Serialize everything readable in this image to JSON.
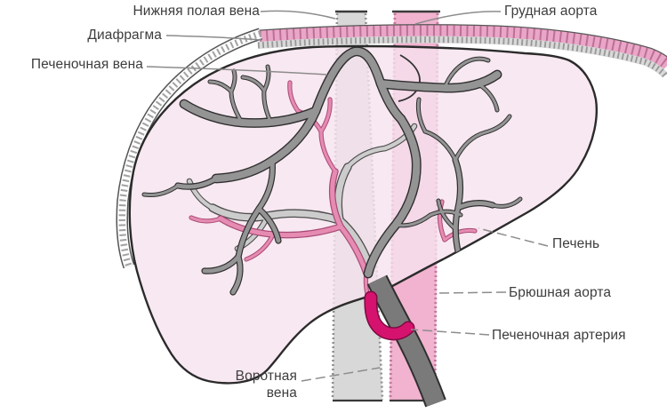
{
  "figure": {
    "labels": {
      "inferior_vena_cava": "Нижняя полая вена",
      "thoracic_aorta": "Грудная аорта",
      "diaphragm": "Диафрагма",
      "hepatic_vein": "Печеночная вена",
      "liver": "Печень",
      "abdominal_aorta": "Брюшная аорта",
      "hepatic_artery": "Печеночная артерия",
      "portal_vein": "Воротная вена"
    },
    "colors": {
      "label_text": "#3d3d3d",
      "leader": "#8c8c8c",
      "liver_fill": "#f6e2ee",
      "liver_outline": "#2b2b2b",
      "vena_cava": "#d8d8d8",
      "vena_cava_edge": "#8f8f8f",
      "aorta": "#f1b3cf",
      "aorta_edge": "#c27ba0",
      "diaphragm_pink": "#e9a6c6",
      "diaphragm_hatch": "#a04b78",
      "diaphragm_grey": "#d9d9d9",
      "diaphragm_dot": "#8b8b8b",
      "vein_fill": "#949494",
      "vein_outline": "#2f2f2f",
      "portal_branch_fill": "#cccccc",
      "portal_branch_outline": "#4d4d4d",
      "artery_branch_fill": "#e68bb1",
      "artery_branch_outline": "#a84a77",
      "hepatic_artery": "#d5136e",
      "hepatic_artery_outline": "#7e0a42",
      "portal_vein_fill": "#7a7a7a",
      "portal_vein_outline": "#2f2f2f"
    }
  }
}
